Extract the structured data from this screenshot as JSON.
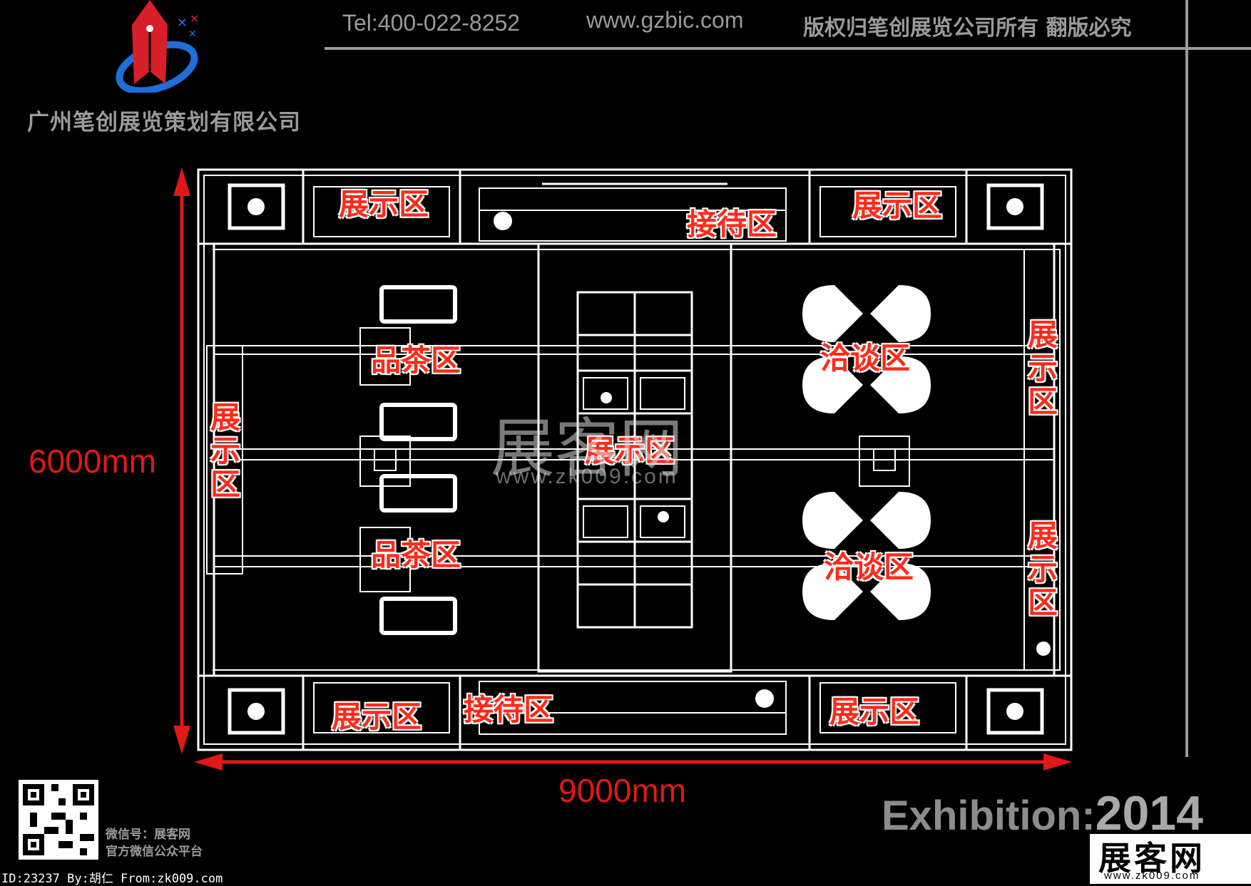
{
  "header": {
    "tel": "Tel:400-022-8252",
    "website": "www.gzbic.com",
    "copyright": "版权归笔创展览公司所有 翻版必究"
  },
  "logo": {
    "company_name": "广州笔创展览策划有限公司",
    "colors": {
      "red": "#d8202a",
      "blue": "#1e6fd9"
    }
  },
  "floorplan": {
    "zones": {
      "display_top_left": "展示区",
      "reception_top": "接待区",
      "display_top_right": "展示区",
      "display_left": "展示区",
      "tea_upper": "品茶区",
      "tea_lower": "品茶区",
      "display_center": "展示区",
      "negotiate_upper": "洽谈区",
      "negotiate_lower": "洽谈区",
      "display_right_upper": "展示区",
      "display_right_lower": "展示区",
      "display_bottom_left": "展示区",
      "reception_bottom": "接待区",
      "display_bottom_right": "展示区"
    },
    "dimensions": {
      "height": "6000mm",
      "width": "9000mm"
    },
    "colors": {
      "label": "#ff2a1a",
      "dimension": "#e01818",
      "lines": "#ffffff"
    }
  },
  "watermark": {
    "title": "展客网",
    "url": "www.zk009.com"
  },
  "footer": {
    "wechat_line1": "微信号：展客网",
    "wechat_line2": "官方微信公众平台",
    "credit": "ID:23237 By:胡仁 From:zk009.com",
    "exhibition_word": "Exhibition",
    "exhibition_year": "2014",
    "brand_name": "展客网",
    "brand_url": "www.zk009.com"
  }
}
